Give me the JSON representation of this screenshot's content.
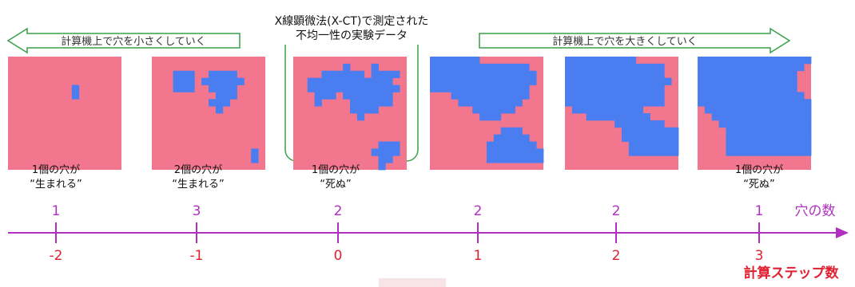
{
  "header": {
    "left_arrow_text": "計算機上で穴を小さくしていく",
    "right_arrow_text": "計算機上で穴を大きくしていく",
    "center_title_line1": "X線顕微法(X-CT)で測定された",
    "center_title_line2": "不均一性の実験データ"
  },
  "events": [
    {
      "line1": "1個の穴が",
      "line2": "“生まれる”"
    },
    {
      "line1": "2個の穴が",
      "line2": "“生まれる”"
    },
    {
      "line1": "1個の穴が",
      "line2": "“死ぬ”"
    },
    {
      "line1": "1個の穴が",
      "line2": "“死ぬ”"
    }
  ],
  "axis": {
    "holes_label": "穴の数",
    "steps_label": "計算ステップ数"
  },
  "chart_data": {
    "type": "table",
    "steps": [
      "-2",
      "-1",
      "0",
      "1",
      "2",
      "3"
    ],
    "holes": [
      "1",
      "3",
      "2",
      "2",
      "2",
      "1"
    ]
  },
  "colors": {
    "pore": "#4a7ef0",
    "solid": "#f2768e",
    "axis": "#b030c0",
    "step": "#e02030",
    "arrow": "#3aa048"
  },
  "panels": [
    [
      "................",
      "................",
      "................",
      "................",
      ".........#......",
      ".........#......",
      "................",
      "................",
      "................",
      "................",
      "................",
      "................",
      "................",
      "................",
      "................",
      "................"
    ],
    [
      "................",
      "................",
      "...###..####....",
      "...###.######...",
      "...###..####....",
      ".........###....",
      "........###.....",
      ".........#......",
      "................",
      "................",
      "................",
      "................",
      "................",
      "..............#.",
      "..............#.",
      "................"
    ],
    [
      "................",
      ".......#...#....",
      "....######.####.",
      "..############..",
      "..#############.",
      "...###.#######..",
      "...#....######..",
      "........####....",
      ".........#......",
      "................",
      "................",
      "................",
      "............###.",
      "...........####.",
      "............##..",
      "............#..."
    ],
    [
      "#######.........",
      "##############..",
      "###############.",
      "###############.",
      "##############..",
      "...###########..",
      "....#########...",
      "......######....",
      ".......###......",
      "................",
      "..........###...",
      ".........#####..",
      "........#######.",
      "........########",
      "........########",
      "................"
    ],
    [
      "##########......",
      "##############..",
      "##############..",
      "###############.",
      "##############..",
      "##############..",
      "##############..",
      ".##########.....",
      "...#########....",
      ".......#######..",
      "........########",
      "........########",
      ".........#######",
      ".........#######",
      "................",
      "................"
    ],
    [
      "################",
      "###############.",
      "##############..",
      "##############..",
      "##############..",
      "###############.",
      "################",
      ".###############",
      "..##############",
      "...#############",
      "....############",
      "....############",
      "....############",
      "....############",
      "................",
      "................"
    ]
  ]
}
